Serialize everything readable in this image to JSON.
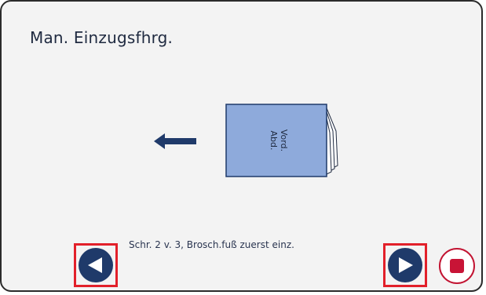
{
  "header": {
    "title": "Man. Einzugsfhrg."
  },
  "illustration": {
    "booklet_label_line1": "Vord.",
    "booklet_label_line2": "Abd.",
    "arrow_icon": "arrow-left-icon"
  },
  "status": {
    "instruction": "Schr. 2 v. 3, Brosch.fuß zuerst einz."
  },
  "controls": {
    "back_icon": "triangle-left-icon",
    "next_icon": "triangle-right-icon",
    "stop_icon": "stop-square-icon"
  },
  "colors": {
    "nav_fill": "#1f3a6a",
    "highlight": "#e2202a",
    "stop": "#c81436",
    "booklet": "#8eaadb"
  }
}
